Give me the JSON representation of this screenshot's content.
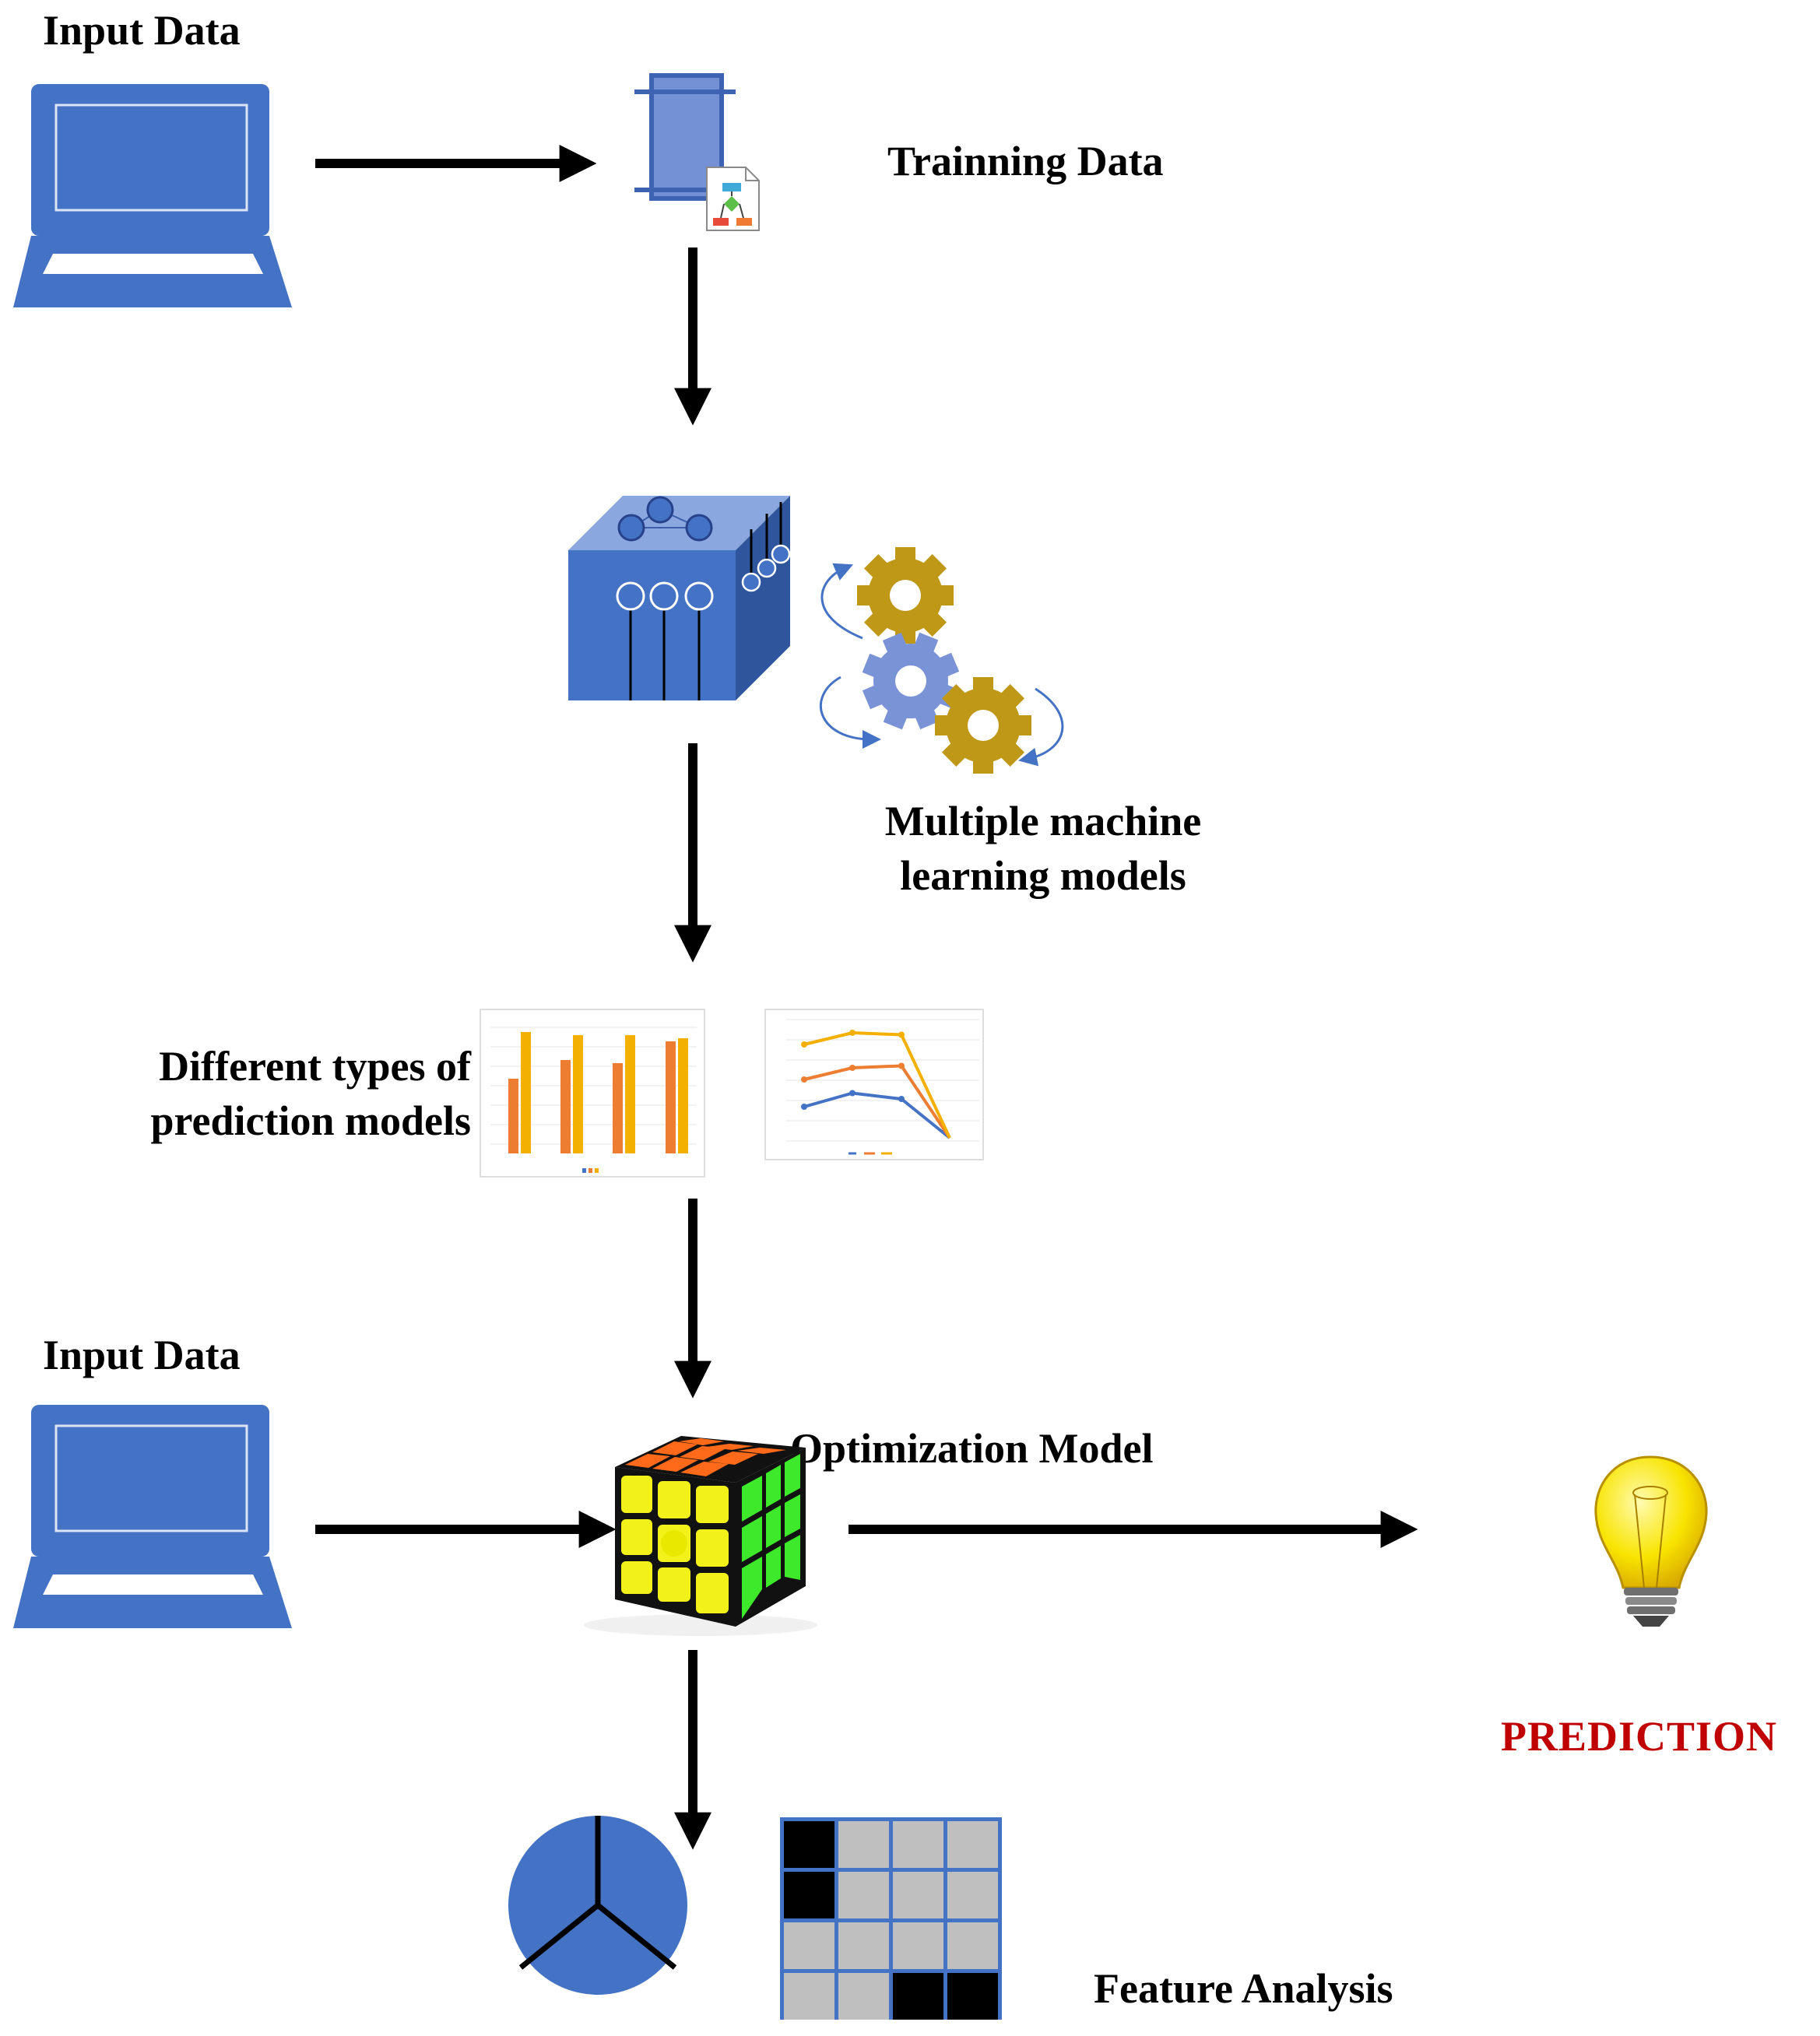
{
  "labels": {
    "input_data_top": "Input Data",
    "training_data": "Trainning Data",
    "ml_models_line1": "Multiple machine",
    "ml_models_line2": "learning models",
    "pred_models_line1": "Different types of",
    "pred_models_line2": "prediction models",
    "input_data_bottom": "Input Data",
    "optimization_model": "Optimization Model",
    "prediction": "PREDICTION",
    "feature_analysis": "Feature Analysis"
  },
  "colors": {
    "blue": "#4472c4",
    "gear_gold": "#c09818",
    "gear_blue": "#7a93d6",
    "orange": "#ed7d31",
    "yellow": "#f4b000",
    "prediction_red": "#c00000"
  },
  "icons": [
    "laptop-icon",
    "data-file-icon",
    "neural-cube-icon",
    "gears-icon",
    "bar-chart-icon",
    "line-chart-icon",
    "rubiks-cube-icon",
    "lightbulb-icon",
    "pie-chart-icon",
    "grid-matrix-icon"
  ],
  "mini_bar_chart": {
    "series": [
      {
        "values": [
          48,
          60,
          58,
          72
        ]
      },
      {
        "values": [
          78,
          76,
          76,
          74
        ]
      }
    ]
  },
  "mini_line_chart": {
    "series": [
      {
        "values": [
          80,
          115,
          100,
          0
        ]
      },
      {
        "values": [
          150,
          180,
          185,
          0
        ]
      },
      {
        "values": [
          240,
          270,
          265,
          0
        ]
      }
    ]
  },
  "feature_grid": {
    "cells": [
      [
        1,
        0,
        0,
        0
      ],
      [
        1,
        0,
        0,
        0
      ],
      [
        0,
        0,
        0,
        0
      ],
      [
        0,
        0,
        1,
        1
      ]
    ]
  }
}
